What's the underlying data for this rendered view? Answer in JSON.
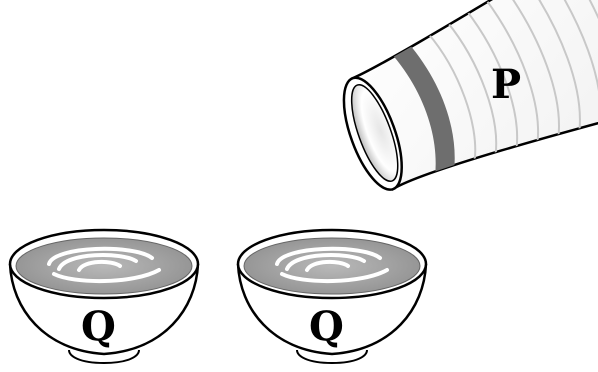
{
  "labels": {
    "cup": "P",
    "bowl_left": "Q",
    "bowl_right": "Q"
  },
  "colors": {
    "outline": "#000000",
    "liquid": "#a6a6a6",
    "band": "#6e6e6e",
    "ribs": "#c8c8c8",
    "ripple": "#ffffff"
  }
}
